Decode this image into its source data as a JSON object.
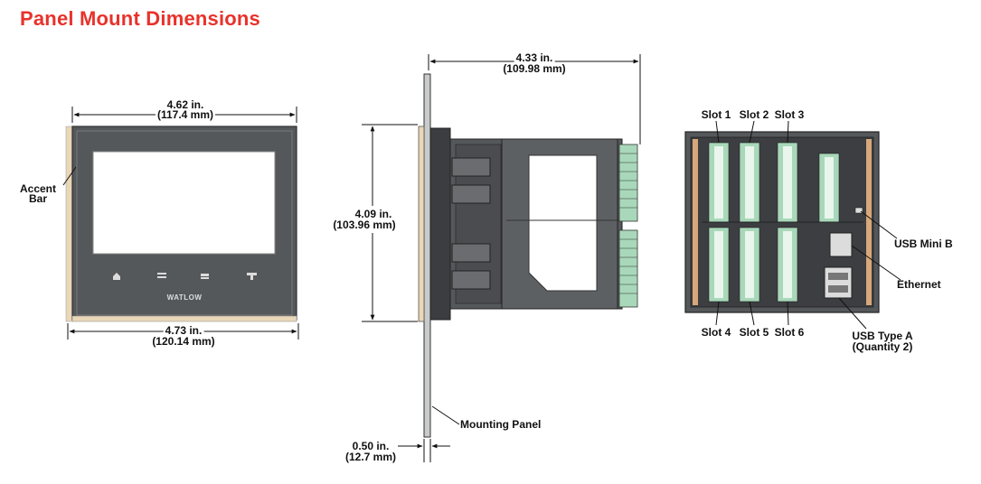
{
  "title": "Panel Mount Dimensions",
  "front_view": {
    "width_top": "4.62 in.",
    "width_top_mm": "(117.4 mm)",
    "width_bottom": "4.73 in.",
    "width_bottom_mm": "(120.14 mm)",
    "accent_bar_line1": "Accent",
    "accent_bar_line2": "Bar",
    "logo": "WATLOW"
  },
  "side_view": {
    "depth": "4.33 in.",
    "depth_mm": "(109.98 mm)",
    "height": "4.09 in.",
    "height_mm": "(103.96 mm)",
    "panel_thickness": "0.50 in.",
    "panel_thickness_mm": "(12.7 mm)",
    "mounting_panel": "Mounting Panel"
  },
  "rear_view": {
    "slot1": "Slot 1",
    "slot2": "Slot 2",
    "slot3": "Slot 3",
    "slot4": "Slot 4",
    "slot5": "Slot 5",
    "slot6": "Slot 6",
    "usb_mini_b": "USB Mini B",
    "ethernet": "Ethernet",
    "usb_type_a": "USB Type A",
    "usb_type_a_qty": "(Quantity 2)"
  },
  "colors": {
    "title": "#e8322b",
    "bezel": "#55585b",
    "accent": "#e9d7b8",
    "terminal": "#a8d8b9"
  }
}
